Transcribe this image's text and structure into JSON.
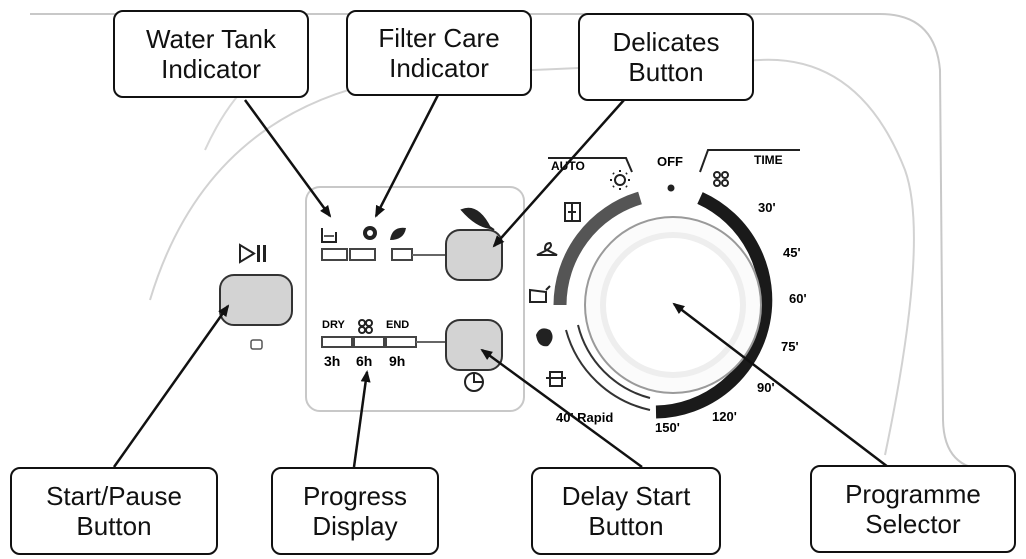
{
  "callouts": {
    "water_tank": {
      "line1": "Water Tank",
      "line2": "Indicator"
    },
    "filter_care": {
      "line1": "Filter Care",
      "line2": "Indicator"
    },
    "delicates": {
      "line1": "Delicates",
      "line2": "Button"
    },
    "start_pause": {
      "line1": "Start/Pause",
      "line2": "Button"
    },
    "progress": {
      "line1": "Progress",
      "line2": "Display"
    },
    "delay_start": {
      "line1": "Delay Start",
      "line2": "Button"
    },
    "programme": {
      "line1": "Programme",
      "line2": "Selector"
    }
  },
  "panel": {
    "dry_label": "DRY",
    "end_label": "END",
    "h3": "3h",
    "h6": "6h",
    "h9": "9h"
  },
  "dial": {
    "auto_label": "AUTO",
    "off_label": "OFF",
    "time_label": "TIME",
    "times": [
      "30'",
      "45'",
      "60'",
      "75'",
      "90'",
      "120'",
      "150'"
    ],
    "rapid_label": "40' Rapid"
  }
}
